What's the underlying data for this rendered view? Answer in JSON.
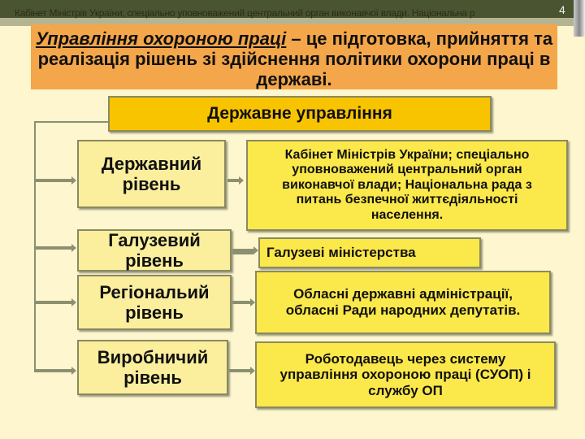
{
  "header": {
    "ticker_text": "Кабінет Міністрів України; спеціально уповноважений центральний орган виконавчої влади.   Національна р",
    "slide_number": "4"
  },
  "definition": {
    "term": "Управління охороною праці",
    "text": " – це підготовка, прийняття та реалізація рішень зі здійснення політики охорони праці в державі."
  },
  "diagram": {
    "root": "Державне управління",
    "levels": [
      {
        "label": "Державний рівень",
        "description": "Кабінет Міністрів України; спеціально уповноважений центральний орган виконавчої влади; Національна рада з питань безпечної життєдіяльності населення."
      },
      {
        "label": "Галузевий рівень",
        "description": "Галузеві міністерства"
      },
      {
        "label": "Регіональий рівень",
        "description": "Обласні  державні адміністрації, обласні Ради народних депутатів."
      },
      {
        "label": "Виробничий рівень",
        "description": "Роботодавець через систему управління охороною праці (СУОП) і службу ОП"
      }
    ]
  },
  "colors": {
    "background": "#fdf6cf",
    "definition_bg": "#f4a64a",
    "root_bg": "#f8c400",
    "level_bg": "#fbee9c",
    "description_bg": "#fbe84a"
  }
}
